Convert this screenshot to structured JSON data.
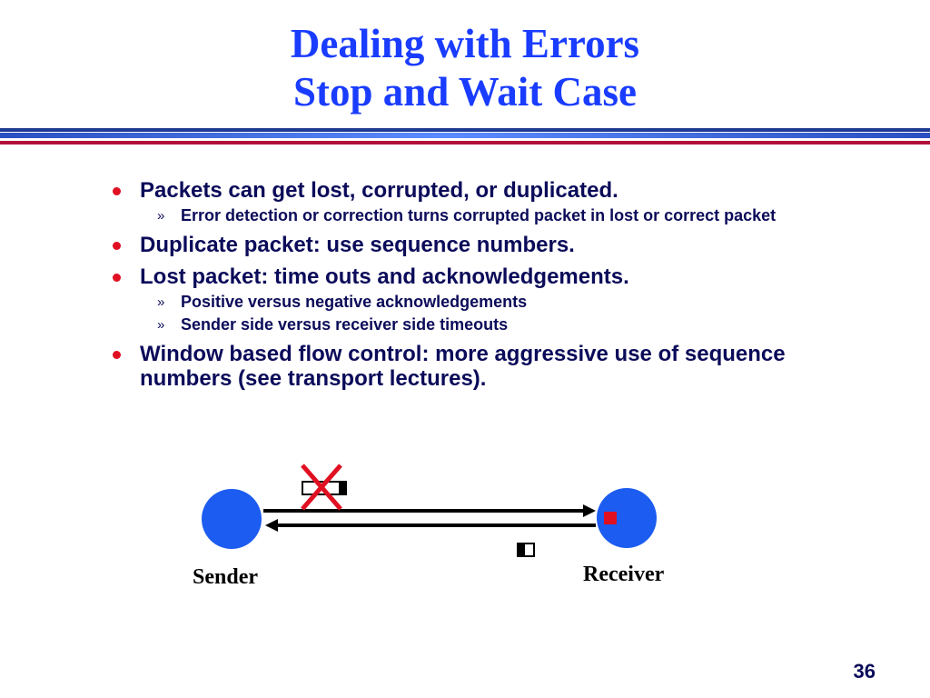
{
  "slide": {
    "title_line1": "Dealing with Errors",
    "title_line2": "Stop and Wait Case",
    "page_number": "36",
    "colors": {
      "title": "#1a3cff",
      "text": "#0b0b5a",
      "bullet": "#e01022",
      "node": "#1c5cf0",
      "error_x": "#e01022",
      "packet_marker": "#e01022"
    }
  },
  "bullets": [
    {
      "text": "Packets can get lost, corrupted, or duplicated.",
      "subs": [
        "Error detection or correction turns corrupted packet in lost or correct packet"
      ]
    },
    {
      "text": "Duplicate packet: use sequence numbers.",
      "subs": []
    },
    {
      "text": "Lost packet: time outs and acknowledgements.",
      "subs": [
        "Positive versus negative acknowledgements",
        "Sender side versus receiver side timeouts"
      ]
    },
    {
      "text": "Window based flow control: more aggressive use of sequence numbers (see transport lectures).",
      "subs": []
    }
  ],
  "sub_marker": "»",
  "diagram": {
    "sender_label": "Sender",
    "receiver_label": "Receiver",
    "lost_packet_icon": "cross-icon",
    "sender_node_icon": "circle-node-icon",
    "receiver_node_icon": "circle-node-icon"
  }
}
